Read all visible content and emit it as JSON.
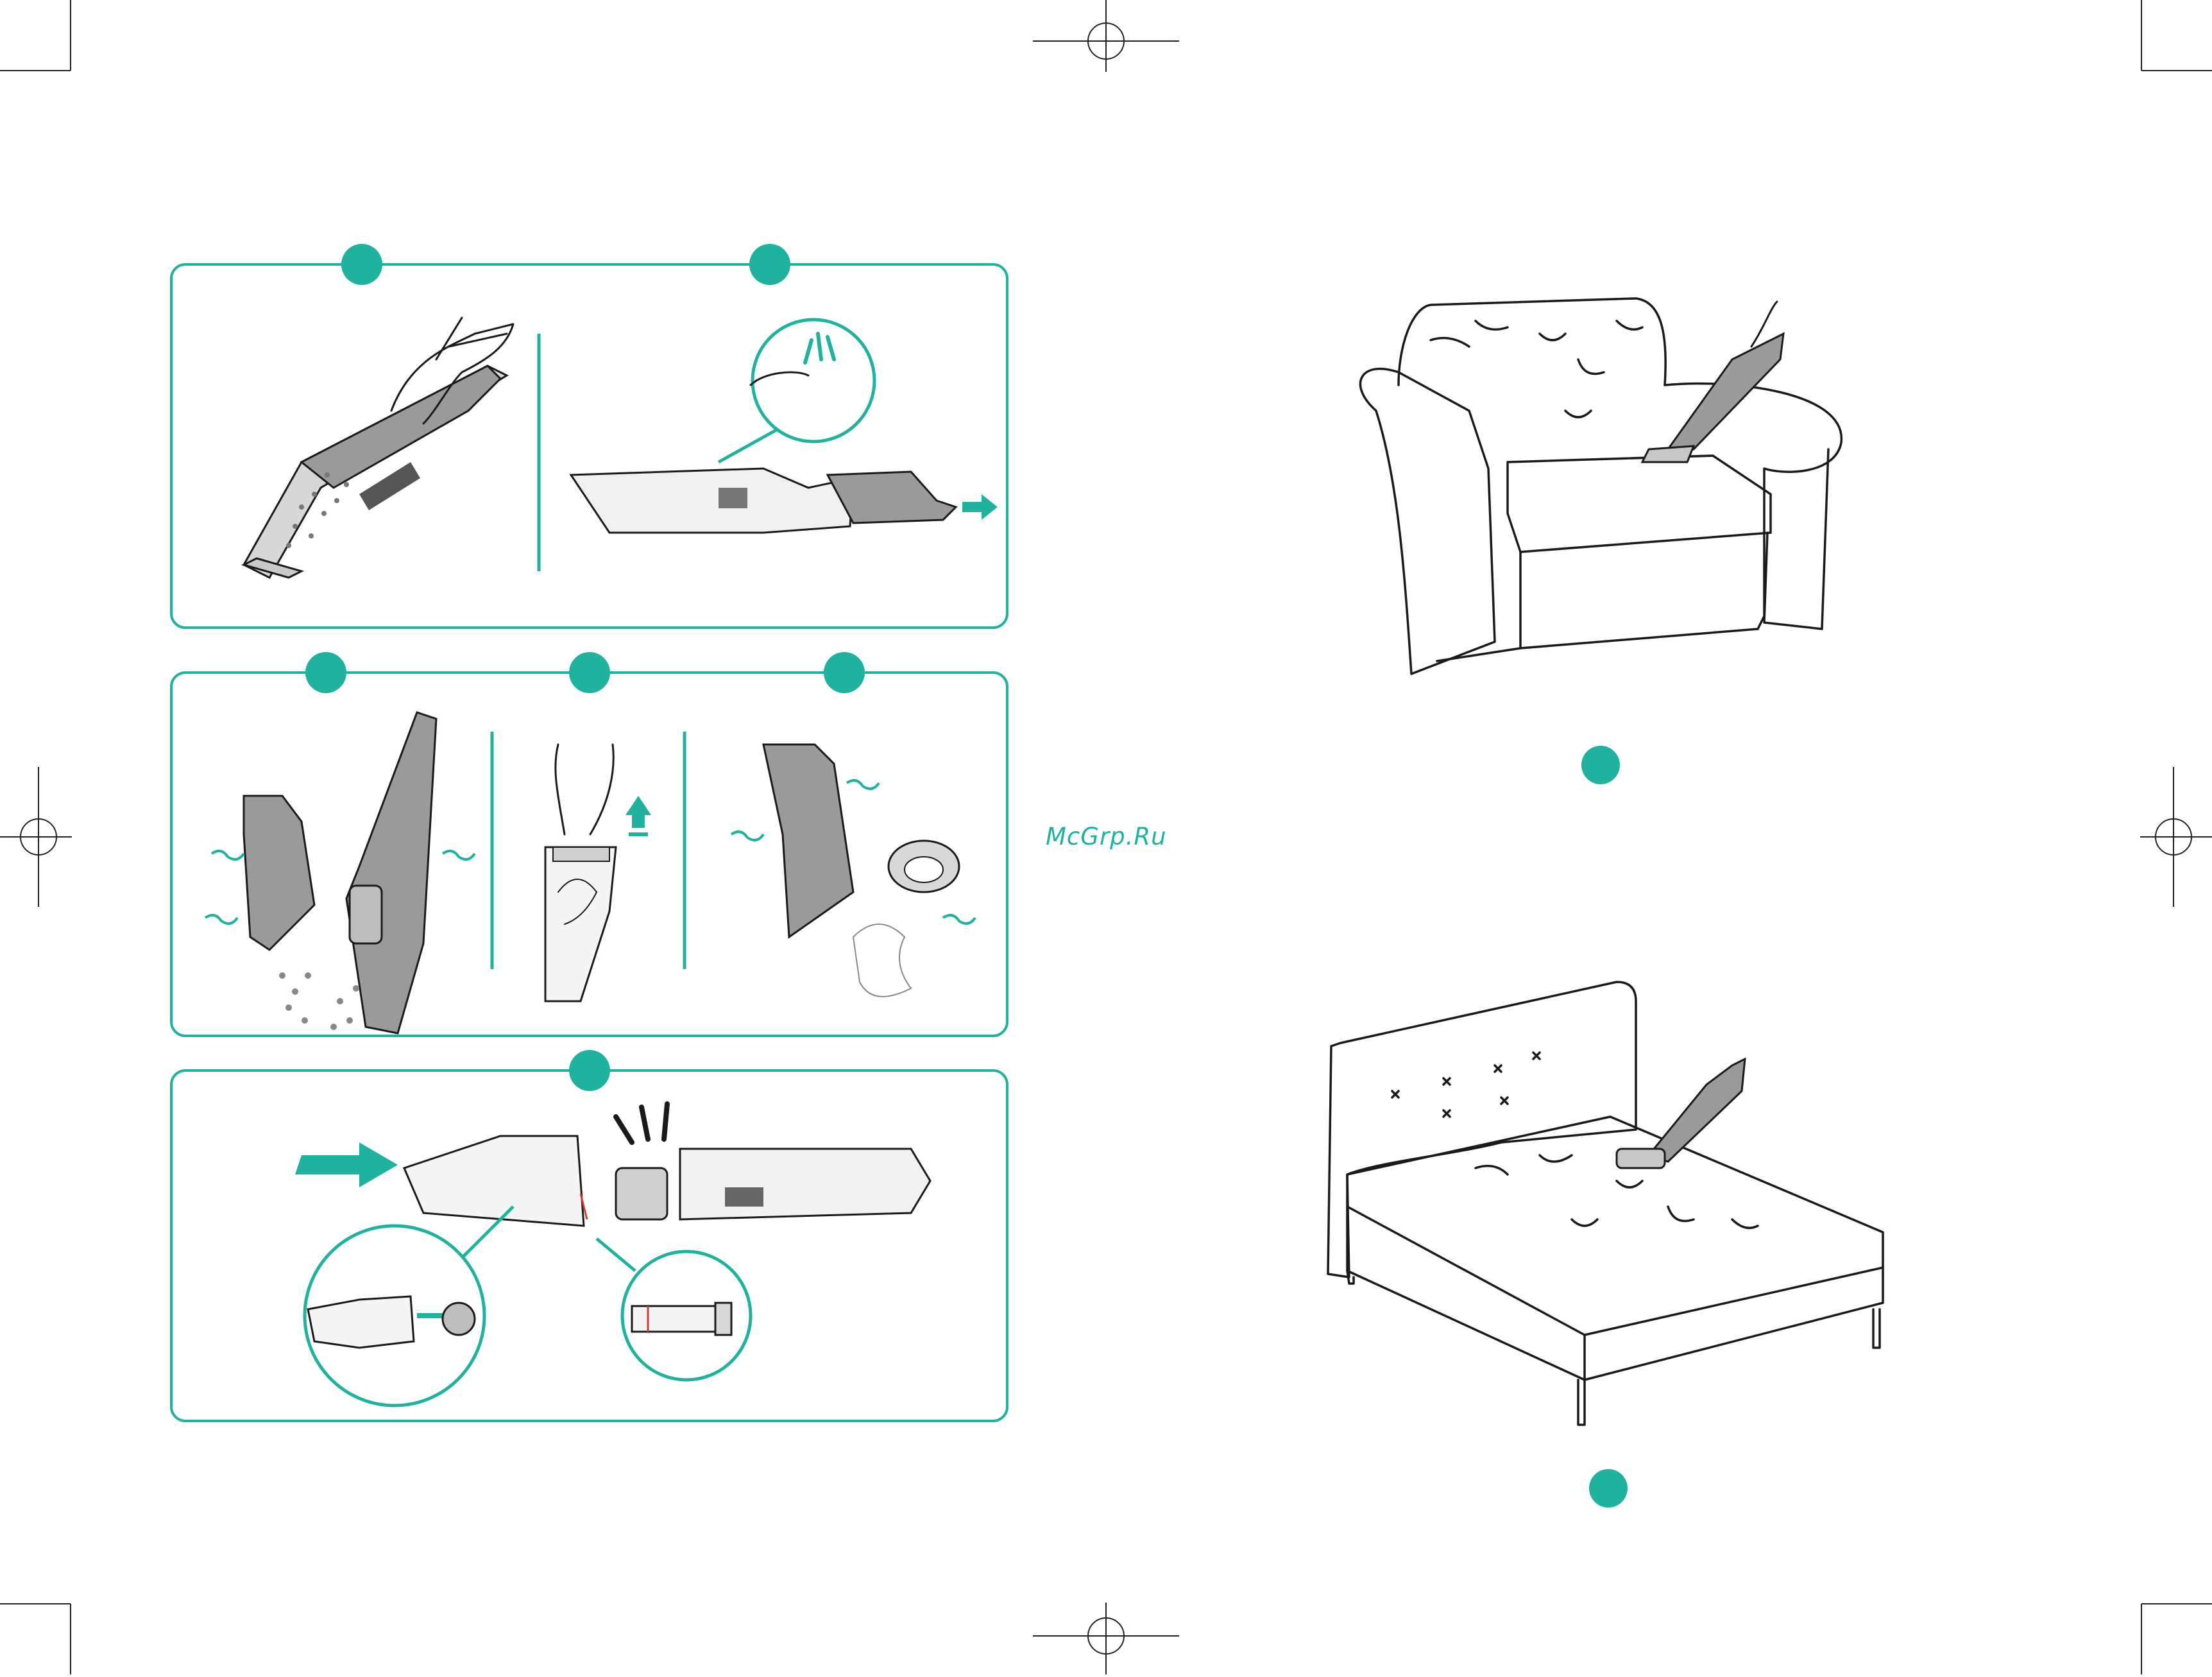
{
  "watermark": {
    "text": "McGrp.Ru",
    "color": "#1fb39f"
  },
  "colors": {
    "accent": "#1fb39f",
    "ink": "#1a1a1a",
    "shade": "#9a9a9a"
  },
  "panels": [
    {
      "label": "panel-remove-dust-cup",
      "steps": 2
    },
    {
      "label": "panel-empty-and-clean-filter",
      "steps": 3
    },
    {
      "label": "panel-reassemble",
      "steps": 1
    }
  ],
  "scenes": [
    {
      "label": "armchair-cleaning-scene",
      "icon": "armchair-icon"
    },
    {
      "label": "bed-mattress-cleaning-scene",
      "icon": "bed-icon"
    }
  ]
}
